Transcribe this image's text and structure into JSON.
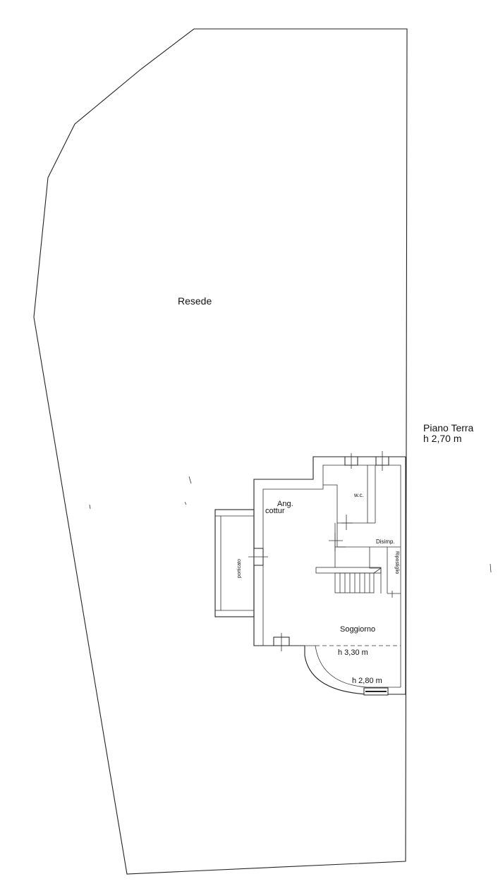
{
  "plan": {
    "yard_label": "Resede",
    "floor": {
      "name": "Piano Terra",
      "height": "h 2,70 m"
    },
    "rooms": {
      "kitchen_line1": "Ang.",
      "kitchen_line2": "cottur",
      "wc": "w.c.",
      "hall": "Disimp.",
      "storage": "Ripostiglio",
      "porch": "porticato",
      "living": "Soggiorno",
      "living_height": "h 3,30 m",
      "bay_height": "h 2,80 m"
    }
  }
}
